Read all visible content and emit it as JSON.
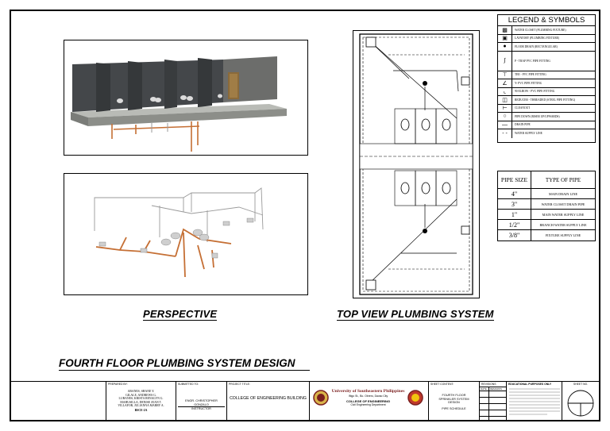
{
  "legend": {
    "title": "LEGEND & SYMBOLS",
    "items": [
      {
        "label": "WATER CLOSET (PLUMBING FIXTURE)",
        "icon": "water-closet-icon"
      },
      {
        "label": "LAVATORY (PLUMBING FIXTURE)",
        "icon": "lavatory-icon"
      },
      {
        "label": "FLOOR DRAIN (RECTANGULAR)",
        "icon": "floor-drain-icon"
      },
      {
        "label": "P - TRAP PVC PIPE FITTING",
        "icon": "p-trap-icon"
      },
      {
        "label": "TEE - PVC PIPE FITTING",
        "icon": "tee-icon"
      },
      {
        "label": "Y- PVC PIPE FITTING",
        "icon": "wye-icon"
      },
      {
        "label": "90 ELBOW - PVC PIPE FITTING",
        "icon": "elbow-icon"
      },
      {
        "label": "REDUCER - THREADED (STEEL PIPE FITTING)",
        "icon": "reducer-icon"
      },
      {
        "label": "CLEANOUT",
        "icon": "cleanout-icon"
      },
      {
        "label": "PIPE DOWN (RISER UP/UPWARDS)",
        "icon": "pipe-down-icon"
      },
      {
        "label": "DRAIN PIPE",
        "icon": "drain-pipe-icon"
      },
      {
        "label": "WATER SUPPLY LINE",
        "icon": "water-supply-line-icon"
      }
    ]
  },
  "pipe_table": {
    "col1": "PIPE SIZE",
    "col2": "TYPE OF PIPE",
    "rows": [
      {
        "size": "4\"",
        "type": "MAIN DRAIN LINE"
      },
      {
        "size": "3\"",
        "type": "WATER CLOSET DRAIN PIPE"
      },
      {
        "size": "1\"",
        "type": "MAIN WATER SUPPLY LINE"
      },
      {
        "size": "1/2\"",
        "type": "BRANCH WATER SUPPLY LINE"
      },
      {
        "size": "3/8\"",
        "type": "FIXTURE SUPPLY LINE"
      }
    ]
  },
  "views": {
    "perspective": "PERSPECTIVE",
    "top_view": "TOP VIEW PLUMBING SYSTEM"
  },
  "main_title": "FOURTH FLOOR PLUMBING SYSTEM DESIGN",
  "title_block": {
    "prepared_by_head": "PREPARED BY:",
    "prepared_by": [
      "ABANES, SHANE Y.",
      "GILALE, ANDREWS G.",
      "LUBANES, KRISTA RENALYN G.",
      "MAHUSILLA, DENISE JOAN T.",
      "VILLAFOR, JULIANNA MARRY A."
    ],
    "section": "BSCE-2A",
    "submitted_to_head": "SUBMITTED TO:",
    "submitted_to": "ENGR. CHRISTOPHER GONZALO",
    "submitted_role": "INSTRUCTOR",
    "project_title_head": "PROJECT TITLE:",
    "project_title": "COLLEGE OF ENGINEERING BUILDING",
    "university": "University of Southeastern Philippines",
    "address": "Iñigo St., Bo. Obrero, Davao City",
    "college": "COLLEGE OF ENGINEERING",
    "department": "Civil Engineering Department",
    "sheet_content_head": "SHEET CONTENT:",
    "sheet_content": "FOURTH FLOOR SPRINKLER SYSTEM DESIGN",
    "sheet_sub": "PIPE SCHEDULE",
    "revisions_head": "REVISIONS",
    "rev_date": "DATE",
    "rev_remarks": "REMARKS",
    "edu_head": "EDUCATIONAL PURPOSES ONLY",
    "sheet_no_head": "SHEET NO."
  },
  "colors": {
    "wall": "#3b3e40",
    "floor": "#a7a9a3",
    "pipe_drain": "#c56f34",
    "pipe_supply": "#9a9a9a"
  }
}
